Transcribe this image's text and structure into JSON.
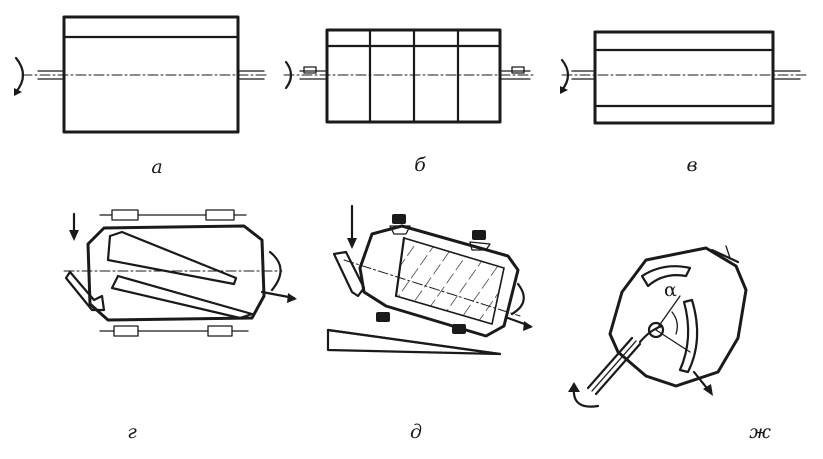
{
  "figure": {
    "labels": {
      "a": "а",
      "b": "б",
      "v": "в",
      "g": "г",
      "d": "д",
      "zh": "ж"
    },
    "angle_symbol": "α"
  }
}
